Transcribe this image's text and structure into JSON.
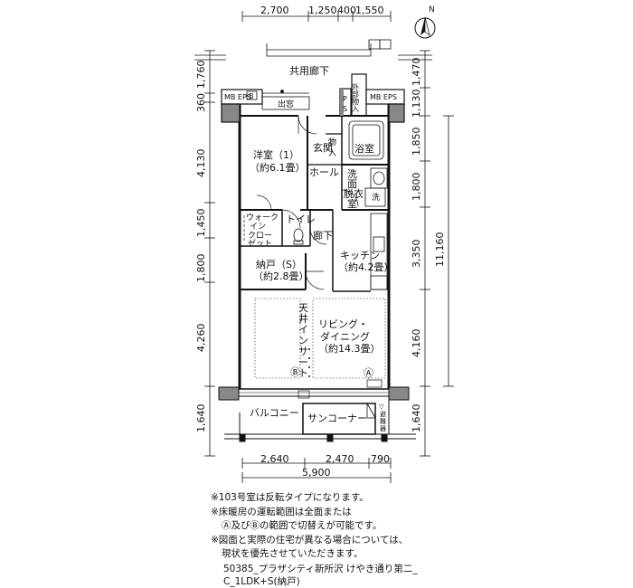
{
  "compass": {
    "north_label": "N"
  },
  "dimensions": {
    "top": [
      "2,700",
      "1,250",
      "400",
      "1,550"
    ],
    "bottom": [
      "2,640",
      "2,470",
      "790"
    ],
    "bottom_total": "5,900",
    "left": [
      "1,760",
      "360",
      "4,130",
      "1,450",
      "1,800",
      "4,260",
      "1,640"
    ],
    "right": [
      "1,470",
      "1,130",
      "1,850",
      "1,800",
      "3,350",
      "4,160",
      "1,640"
    ],
    "right_total": "11,160"
  },
  "labels": {
    "corridor": "共用廊下",
    "mb_eps_left": "MB EPS",
    "mb_eps_left_box": "B",
    "demado": "出窓",
    "ps": "PS",
    "outdoor_storage": "外部物入",
    "mb_eps_right": "MB EPS",
    "bedroom_name": "洋室（1）",
    "bedroom_size": "（約6.1畳）",
    "entrance": "玄関",
    "storage": "物入",
    "bathroom": "浴室",
    "hall": "ホール",
    "washroom": "洗面脱衣室",
    "washer": "洗",
    "walkin_closet": "ウォークインクローゼット",
    "toilet": "トイレ",
    "hallway": "廊下",
    "kitchen_name": "キッチン",
    "kitchen_size": "（約4.2畳）",
    "storeroom_name": "納戸（S）",
    "storeroom_size": "（約2.8畳）",
    "ceiling_insert": "天井インサート",
    "living_name": "リビング・",
    "living_name2": "ダイニング",
    "living_size": "（約14.3畳）",
    "zone_a": "Ⓐ",
    "zone_b": "Ⓑ",
    "balcony": "バルコニー",
    "sun_corner": "サンコーナー",
    "shelter_mark": "▽",
    "shelter": "避難器"
  },
  "notes": [
    "※103号室は反転タイプになります。",
    "※床暖房の運転範囲は全面または",
    "Ⓐ及びⒷの範囲で切替えが可能です。",
    "※図面と実際の住宅が異なる場合については、",
    "現状を優先させていただきます。"
  ],
  "caption": [
    "50385_プラザシティ新所沢 けやき通り第二_",
    "C_1LDK+S(納戸)"
  ]
}
